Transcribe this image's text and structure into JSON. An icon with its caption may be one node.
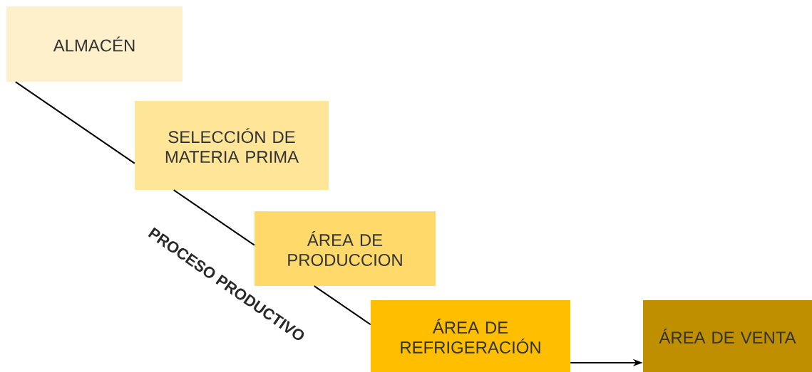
{
  "diagram": {
    "nodes": [
      {
        "text": [
          "ALMACÉN"
        ]
      },
      {
        "text": [
          "SELECCIÓN DE MATERIA PRIMA"
        ]
      },
      {
        "text": [
          "ÁREA DE PRODUCCION"
        ]
      },
      {
        "text": [
          "ÁREA DE REFRIGERACIÓN"
        ]
      },
      {
        "text": [
          "ÁREA DE VENTA"
        ]
      }
    ],
    "edges": [
      {
        "from": 0,
        "to": 1,
        "arrow": "none"
      },
      {
        "from": 1,
        "to": 2,
        "arrow": "none"
      },
      {
        "from": 2,
        "to": 3,
        "arrow": "none"
      },
      {
        "from": 3,
        "to": 4,
        "arrow": "to"
      }
    ],
    "labels": [
      "PROCESO PRODUCTIVO"
    ]
  }
}
